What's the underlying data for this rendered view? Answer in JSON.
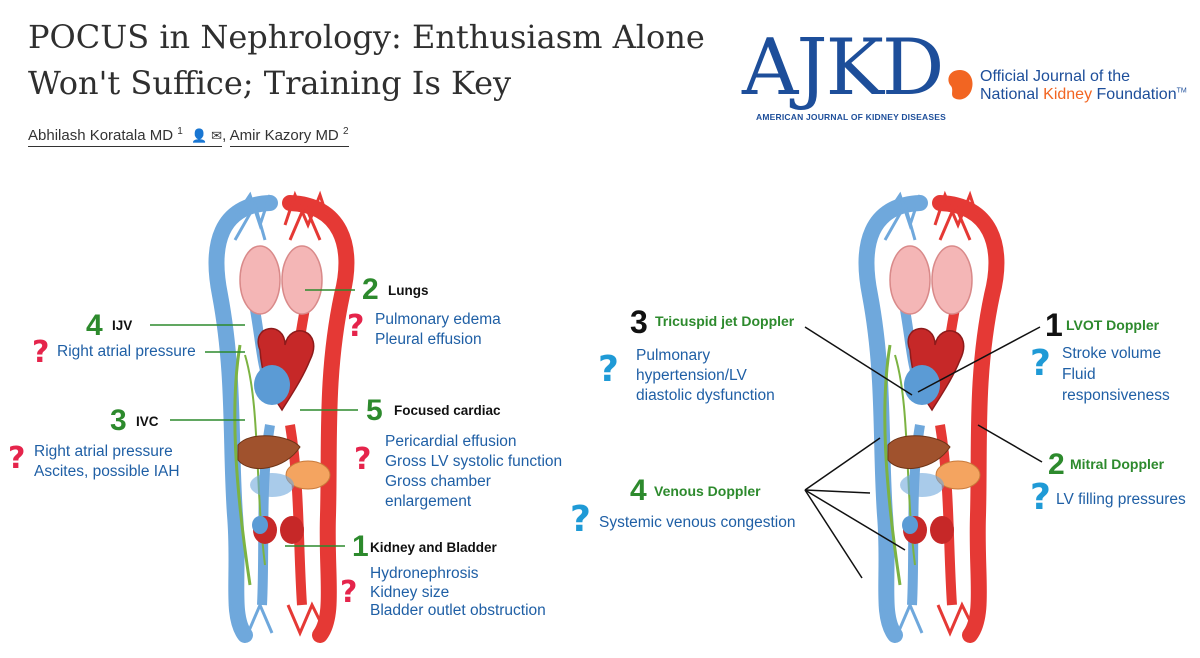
{
  "header": {
    "title_line1": "POCUS in Nephrology: Enthusiasm Alone",
    "title_line2": "Won't Suffice; Training Is Key",
    "author1": "Abhilash Koratala MD",
    "author1_sup": "1",
    "author2": "Amir Kazory MD",
    "author2_sup": "2",
    "separator": ","
  },
  "logo": {
    "word": "AJKD",
    "subtitle": "AMERICAN JOURNAL OF KIDNEY DISEASES",
    "line1": "Official Journal of the",
    "line2_pre": "National ",
    "line2_kidney": "Kidney",
    "line2_post": " Foundation",
    "tm": "TM"
  },
  "left_panel": {
    "lungs": {
      "num": "2",
      "label": "Lungs",
      "items": [
        "Pulmonary edema",
        "Pleural effusion"
      ],
      "q": "?"
    },
    "ijv": {
      "num": "4",
      "label": "IJV",
      "items": [
        "Right atrial pressure"
      ],
      "q": "?"
    },
    "ivc": {
      "num": "3",
      "label": "IVC",
      "items": [
        "Right atrial pressure",
        "Ascites, possible IAH"
      ],
      "q": "?"
    },
    "cardiac": {
      "num": "5",
      "label": "Focused cardiac",
      "items": [
        "Pericardial effusion",
        "Gross LV systolic function",
        "Gross chamber",
        "enlargement"
      ],
      "q": "?"
    },
    "kidney": {
      "num": "1",
      "label": "Kidney and Bladder",
      "items": [
        "Hydronephrosis",
        "Kidney size",
        "Bladder outlet obstruction"
      ],
      "q": "?"
    }
  },
  "right_panel": {
    "tricuspid": {
      "num": "3",
      "label": "Tricuspid jet Doppler",
      "items": [
        "Pulmonary",
        "hypertension/LV",
        "diastolic dysfunction"
      ],
      "q": "?"
    },
    "lvot": {
      "num": "1",
      "label": "LVOT Doppler",
      "items": [
        "Stroke volume",
        "Fluid",
        "responsiveness"
      ],
      "q": "?"
    },
    "mitral": {
      "num": "2",
      "label": "Mitral Doppler",
      "items": [
        "LV filling pressures"
      ],
      "q": "?"
    },
    "venous": {
      "num": "4",
      "label": "Venous Doppler",
      "items": [
        "Systemic venous congestion"
      ],
      "q": "?"
    }
  },
  "colors": {
    "green": "#2d8a2d",
    "blue_text": "#1f5fa5",
    "red_q": "#e5244b",
    "blue_q": "#1f9ad6",
    "brand": "#1d4e9a",
    "orange": "#f26522"
  }
}
